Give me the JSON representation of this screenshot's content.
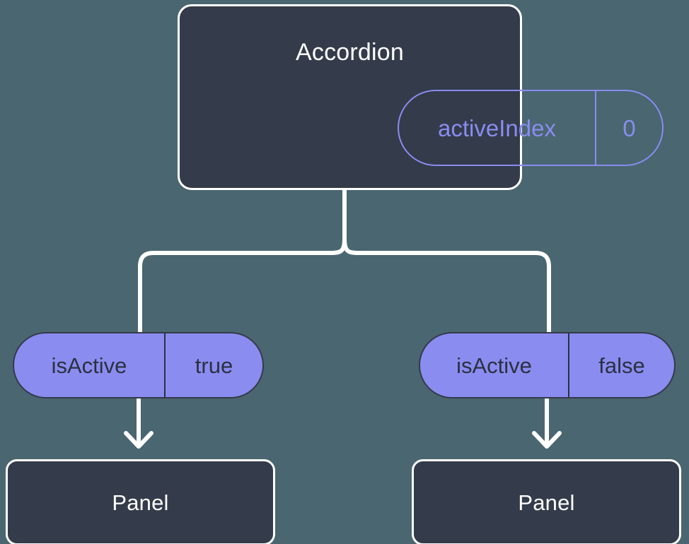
{
  "diagram": {
    "background_color": "#4a6670",
    "card_fill": "#343b4a",
    "card_border": "#ffffff",
    "accent_purple": "#8a8cf0",
    "pill_text_dark": "#2b3140"
  },
  "root": {
    "title": "Accordion",
    "state_pill": {
      "key": "activeIndex",
      "value": "0"
    }
  },
  "branches": [
    {
      "pill": {
        "key": "isActive",
        "value": "true"
      },
      "panel": {
        "title": "Panel"
      }
    },
    {
      "pill": {
        "key": "isActive",
        "value": "false"
      },
      "panel": {
        "title": "Panel"
      }
    }
  ]
}
